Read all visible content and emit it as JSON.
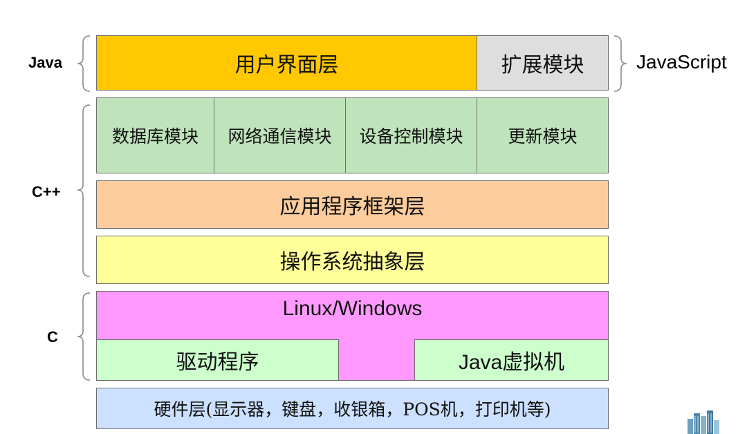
{
  "languages": {
    "java": "Java",
    "javascript": "JavaScript",
    "cpp": "C++",
    "c": "C"
  },
  "layers": {
    "ui_layer": "用户界面层",
    "extension_module": "扩展模块",
    "modules": [
      "数据库模块",
      "网络通信模块",
      "设备控制模块",
      "更新模块"
    ],
    "app_framework": "应用程序框架层",
    "os_abstraction": "操作系统抽象层",
    "os": "Linux/Windows",
    "driver": "驱动程序",
    "jvm": "Java虚拟机",
    "hardware": "硬件层(显示器，键盘，收银箱，POS机，打印机等)"
  },
  "colors": {
    "ui_layer": "#ffc800",
    "extension_module": "#dedede",
    "modules": "#bfe3bb",
    "app_framework": "#fccc9c",
    "os_abstraction": "#ffff99",
    "os": "#ff99ff",
    "driver_jvm": "#ccffcc",
    "hardware": "#cce0ff"
  },
  "icons": {
    "corner_logo": "building-icon"
  }
}
